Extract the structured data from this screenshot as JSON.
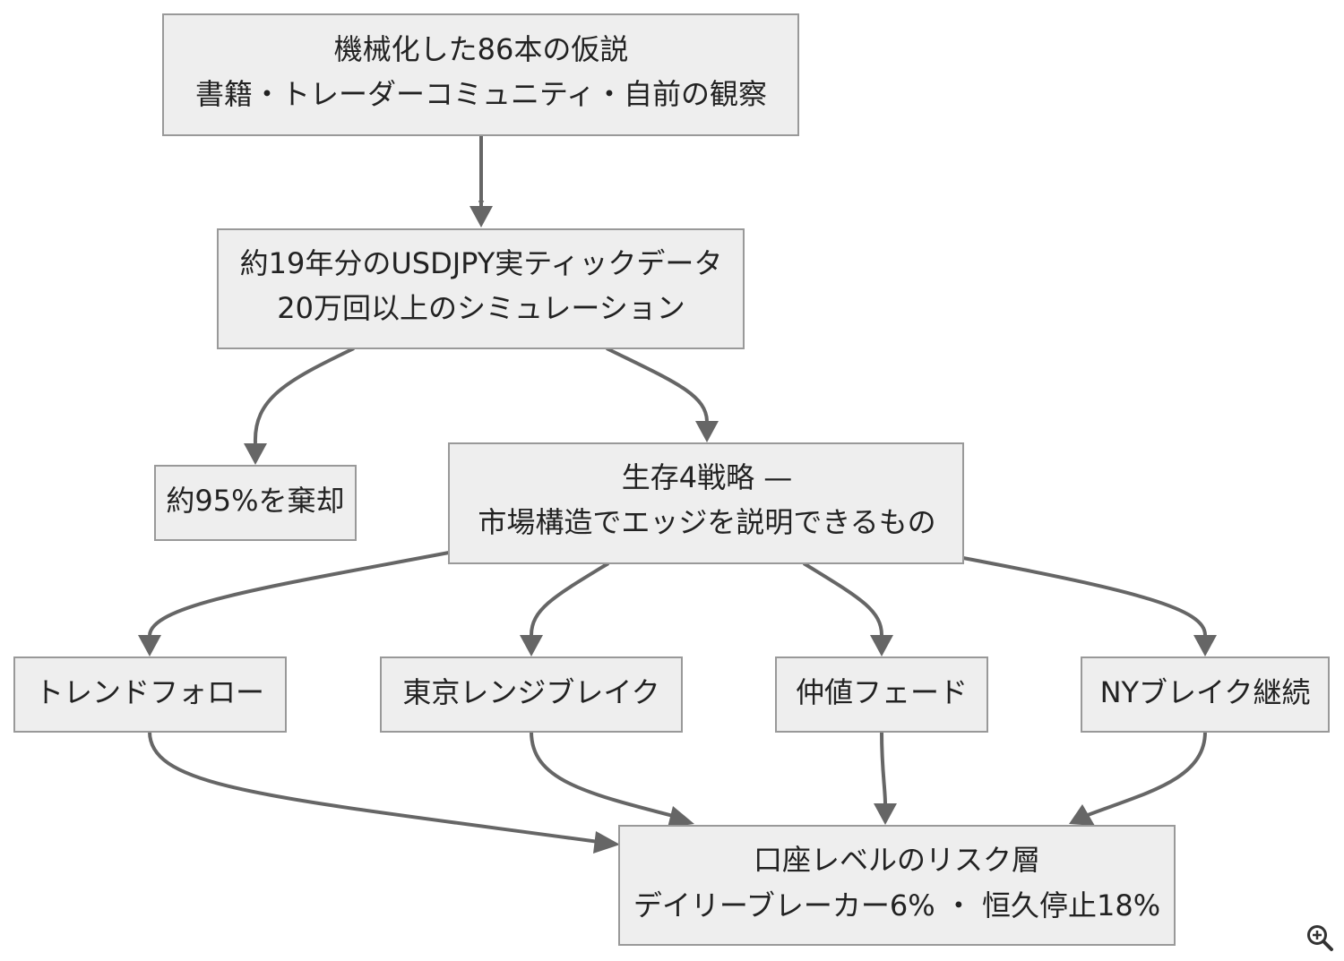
{
  "nodes": {
    "hypotheses": {
      "line1": "機械化した86本の仮説",
      "line2": "書籍・トレーダーコミュニティ・自前の観察"
    },
    "tickdata": {
      "line1": "約19年分のUSDJPY実ティックデータ",
      "line2": "20万回以上のシミュレーション"
    },
    "discarded": {
      "line1": "約95%を棄却"
    },
    "survivors": {
      "line1": "生存4戦略 —",
      "line2": "市場構造でエッジを説明できるもの"
    },
    "trend": {
      "line1": "トレンドフォロー"
    },
    "tokyo": {
      "line1": "東京レンジブレイク"
    },
    "nakane": {
      "line1": "仲値フェード"
    },
    "ny": {
      "line1": "NYブレイク継続"
    },
    "risk": {
      "line1": "口座レベルのリスク層",
      "line2": "デイリーブレーカー6% ・ 恒久停止18%"
    }
  },
  "icons": {
    "zoom": "zoom-in-icon"
  },
  "colors": {
    "node_fill": "#eeeeee",
    "node_border": "#999999",
    "edge": "#666666",
    "text": "#222222"
  }
}
